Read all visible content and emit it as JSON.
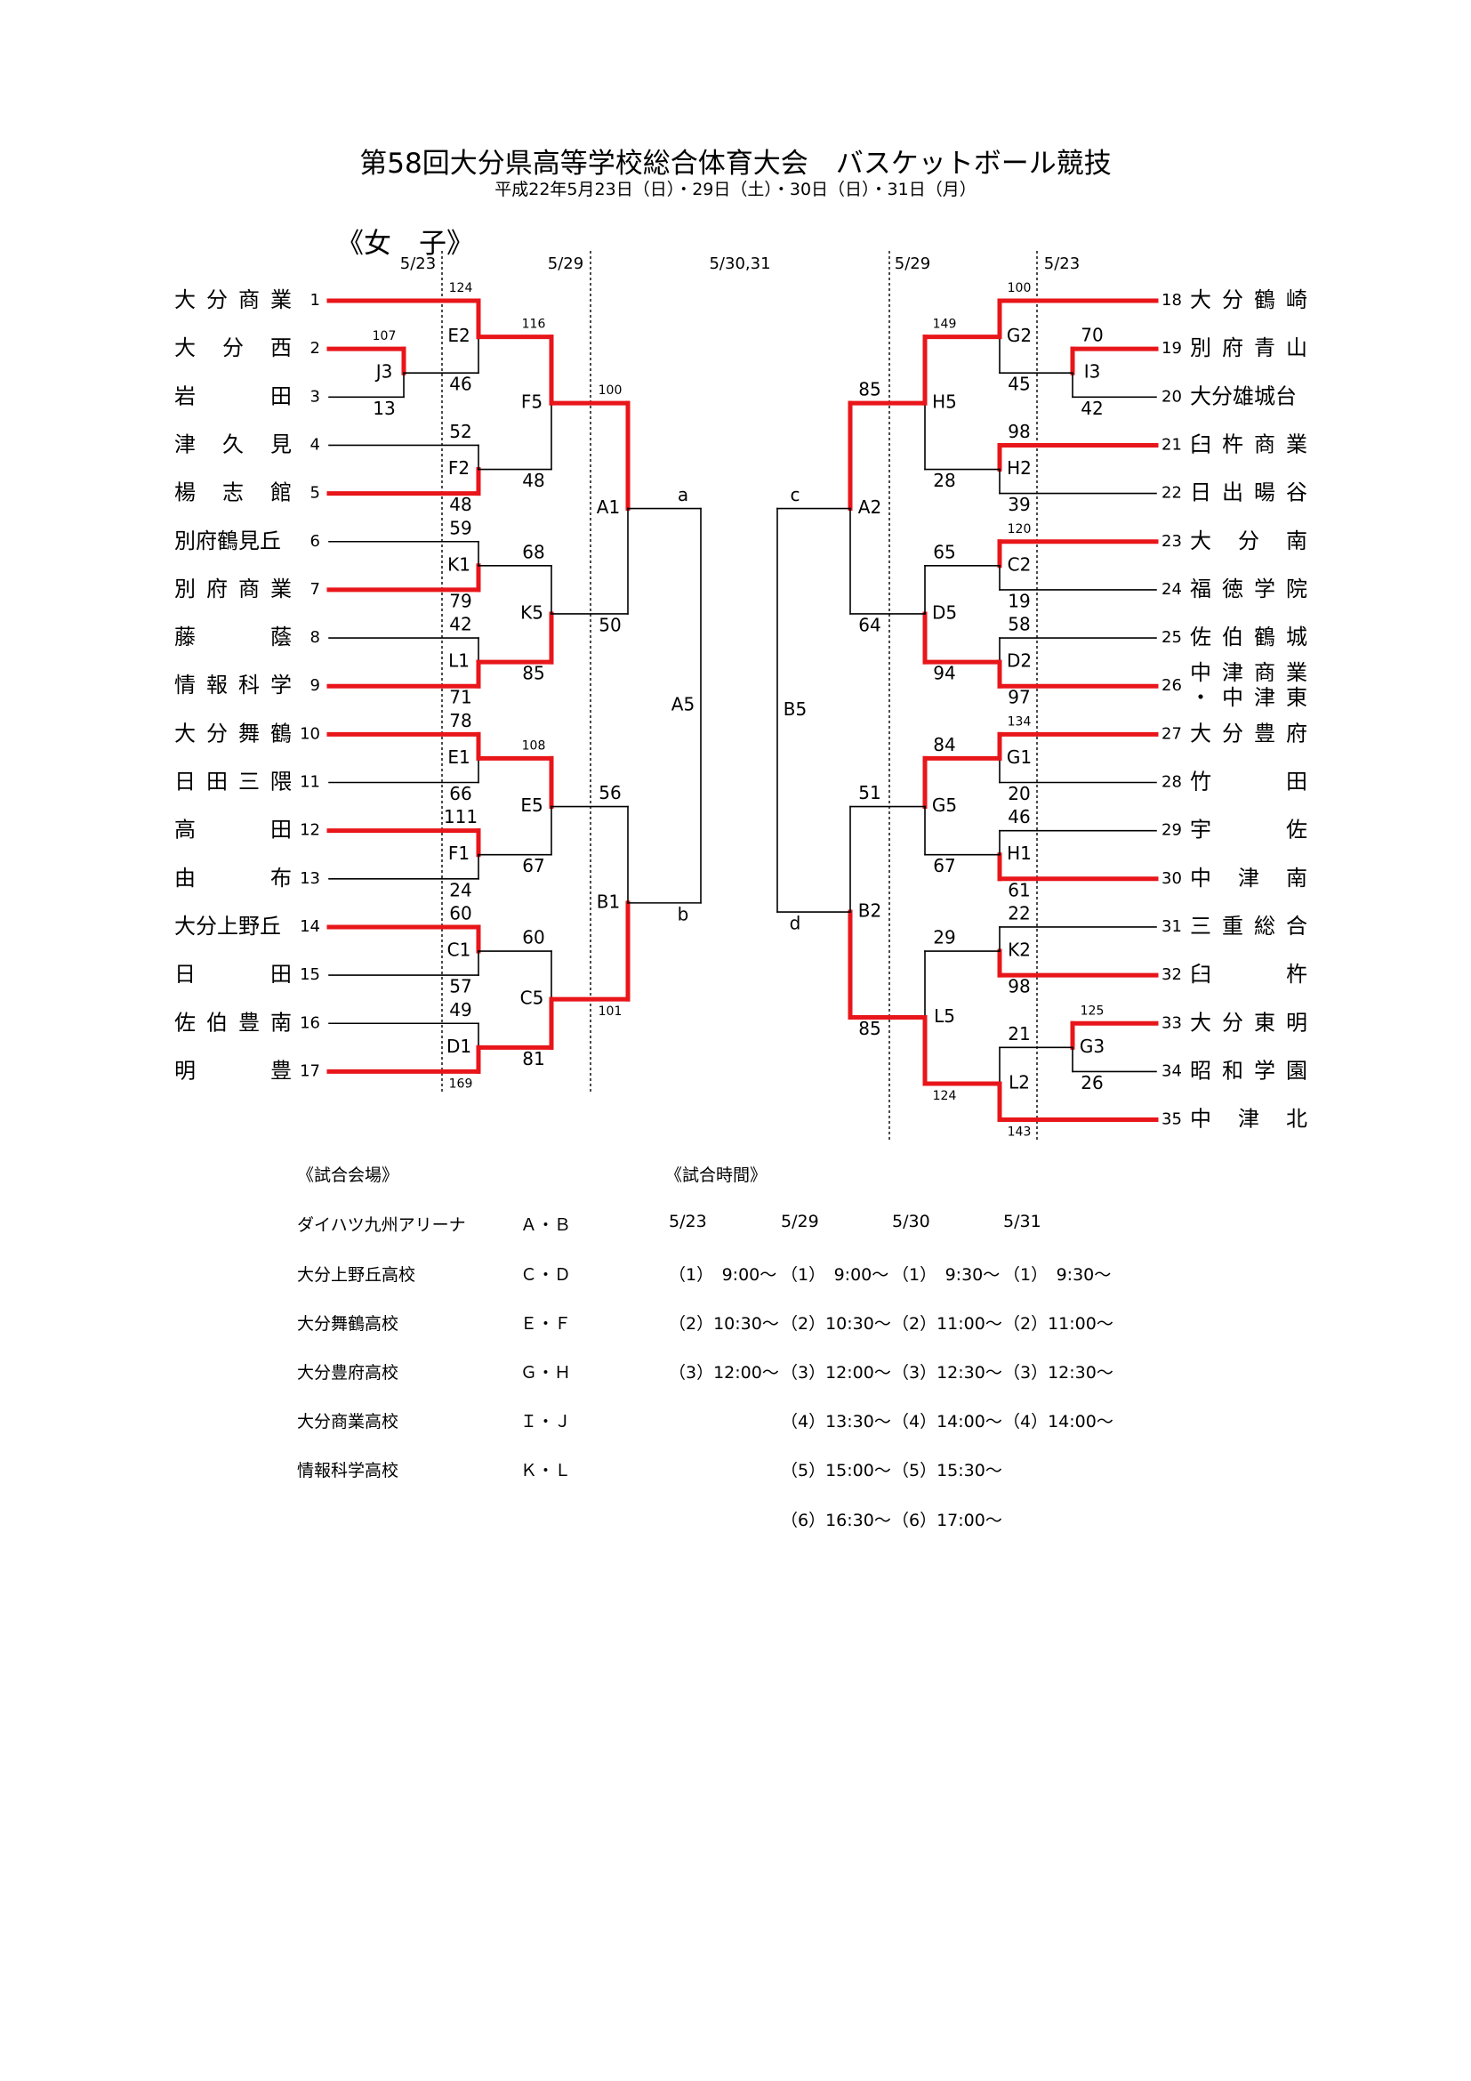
{
  "title": "第58回大分県高等学校総合体育大会　バスケットボール競技",
  "subtitle": "平成22年5月23日（日）・29日（土）・30日（日）・31日（月）",
  "section": "《女　子》",
  "round_dates": {
    "left_r1": "5/23",
    "left_r2": "5/29",
    "center": "5/30,31",
    "right_r2": "5/29",
    "right_r1": "5/23"
  },
  "teams": [
    {
      "no": "1",
      "name": "大分商業",
      "spaced": true
    },
    {
      "no": "2",
      "name": "大 分 西",
      "spaced": true
    },
    {
      "no": "3",
      "name": "岩 田",
      "spaced": true
    },
    {
      "no": "4",
      "name": "津 久 見",
      "spaced": true
    },
    {
      "no": "5",
      "name": "楊 志 館",
      "spaced": true
    },
    {
      "no": "6",
      "name": "別府鶴見丘",
      "spaced": false
    },
    {
      "no": "7",
      "name": "別府商業",
      "spaced": true
    },
    {
      "no": "8",
      "name": "藤 蔭",
      "spaced": true
    },
    {
      "no": "9",
      "name": "情報科学",
      "spaced": true
    },
    {
      "no": "10",
      "name": "大分舞鶴",
      "spaced": true
    },
    {
      "no": "11",
      "name": "日田三隈",
      "spaced": true
    },
    {
      "no": "12",
      "name": "高 田",
      "spaced": true
    },
    {
      "no": "13",
      "name": "由 布",
      "spaced": true
    },
    {
      "no": "14",
      "name": "大分上野丘",
      "spaced": false
    },
    {
      "no": "15",
      "name": "日 田",
      "spaced": true
    },
    {
      "no": "16",
      "name": "佐伯豊南",
      "spaced": true
    },
    {
      "no": "17",
      "name": "明 豊",
      "spaced": true
    },
    {
      "no": "18",
      "name": "大分鶴崎",
      "spaced": true
    },
    {
      "no": "19",
      "name": "別府青山",
      "spaced": true
    },
    {
      "no": "20",
      "name": "大分雄城台",
      "spaced": false
    },
    {
      "no": "21",
      "name": "臼杵商業",
      "spaced": true
    },
    {
      "no": "22",
      "name": "日出暘谷",
      "spaced": true
    },
    {
      "no": "23",
      "name": "大 分 南",
      "spaced": true
    },
    {
      "no": "24",
      "name": "福徳学院",
      "spaced": true
    },
    {
      "no": "25",
      "name": "佐伯鶴城",
      "spaced": true
    },
    {
      "no": "26",
      "name": "中津商業",
      "name2": "・中津東",
      "spaced": true
    },
    {
      "no": "27",
      "name": "大分豊府",
      "spaced": true
    },
    {
      "no": "28",
      "name": "竹 田",
      "spaced": true
    },
    {
      "no": "29",
      "name": "宇 佐",
      "spaced": true
    },
    {
      "no": "30",
      "name": "中 津 南",
      "spaced": true
    },
    {
      "no": "31",
      "name": "三重総合",
      "spaced": true
    },
    {
      "no": "32",
      "name": "臼 杵",
      "spaced": true
    },
    {
      "no": "33",
      "name": "大分東明",
      "spaced": true
    },
    {
      "no": "34",
      "name": "昭和学園",
      "spaced": true
    },
    {
      "no": "35",
      "name": "中 津 北",
      "spaced": true
    }
  ],
  "games": [
    {
      "id": "J3",
      "top_score": "107",
      "bottom_score": "13",
      "winner": "top"
    },
    {
      "id": "E2",
      "top_score": "124",
      "bottom_score": "46",
      "winner": "top"
    },
    {
      "id": "F2",
      "top_score": "52",
      "bottom_score": "48",
      "winner": "bottom"
    },
    {
      "id": "F5",
      "top_score": "116",
      "bottom_score": "48",
      "winner": "top"
    },
    {
      "id": "K1",
      "top_score": "59",
      "bottom_score": "79",
      "winner": "bottom"
    },
    {
      "id": "L1",
      "top_score": "42",
      "bottom_score": "71",
      "winner": "bottom"
    },
    {
      "id": "K5",
      "top_score": "68",
      "bottom_score": "85",
      "winner": "bottom"
    },
    {
      "id": "A1",
      "top_score": "100",
      "bottom_score": "50",
      "winner": "top"
    },
    {
      "id": "E1",
      "top_score": "78",
      "bottom_score": "66",
      "winner": "top"
    },
    {
      "id": "F1",
      "top_score": "111",
      "bottom_score": "24",
      "winner": "top"
    },
    {
      "id": "E5",
      "top_score": "108",
      "bottom_score": "67",
      "winner": "top"
    },
    {
      "id": "C1",
      "top_score": "60",
      "bottom_score": "57",
      "winner": "top"
    },
    {
      "id": "D1",
      "top_score": "49",
      "bottom_score": "169",
      "winner": "bottom"
    },
    {
      "id": "C5",
      "top_score": "60",
      "bottom_score": "81",
      "winner": "bottom"
    },
    {
      "id": "B1",
      "top_score": "56",
      "bottom_score": "101",
      "winner": "bottom"
    },
    {
      "id": "A5",
      "top_score": "a",
      "bottom_score": "b",
      "winner": "none"
    },
    {
      "id": "I3",
      "top_score": "70",
      "bottom_score": "42",
      "winner": "top"
    },
    {
      "id": "G2",
      "top_score": "100",
      "bottom_score": "45",
      "winner": "top"
    },
    {
      "id": "H2",
      "top_score": "98",
      "bottom_score": "39",
      "winner": "top"
    },
    {
      "id": "H5",
      "top_score": "149",
      "bottom_score": "28",
      "winner": "top"
    },
    {
      "id": "C2",
      "top_score": "120",
      "bottom_score": "19",
      "winner": "top"
    },
    {
      "id": "D2",
      "top_score": "58",
      "bottom_score": "97",
      "winner": "bottom"
    },
    {
      "id": "D5",
      "top_score": "65",
      "bottom_score": "94",
      "winner": "bottom"
    },
    {
      "id": "A2",
      "top_score": "85",
      "bottom_score": "64",
      "winner": "top"
    },
    {
      "id": "G1",
      "top_score": "134",
      "bottom_score": "20",
      "winner": "top"
    },
    {
      "id": "H1",
      "top_score": "46",
      "bottom_score": "61",
      "winner": "bottom"
    },
    {
      "id": "G5",
      "top_score": "84",
      "bottom_score": "67",
      "winner": "top"
    },
    {
      "id": "K2",
      "top_score": "22",
      "bottom_score": "98",
      "winner": "bottom"
    },
    {
      "id": "G3",
      "top_score": "125",
      "bottom_score": "26",
      "winner": "top"
    },
    {
      "id": "L2",
      "top_score": "21",
      "bottom_score": "143",
      "winner": "bottom"
    },
    {
      "id": "L5",
      "top_score": "29",
      "bottom_score": "124",
      "winner": "bottom"
    },
    {
      "id": "B2",
      "top_score": "51",
      "bottom_score": "85",
      "winner": "bottom"
    },
    {
      "id": "B5",
      "top_score": "c",
      "bottom_score": "d",
      "winner": "none"
    }
  ],
  "venues": {
    "header": "《試合会場》",
    "rows": [
      {
        "name": "ダイハツ九州アリーナ",
        "courts": "Ａ・Ｂ"
      },
      {
        "name": "大分上野丘高校",
        "courts": "Ｃ・Ｄ"
      },
      {
        "name": "大分舞鶴高校",
        "courts": "Ｅ・Ｆ"
      },
      {
        "name": "大分豊府高校",
        "courts": "Ｇ・Ｈ"
      },
      {
        "name": "大分商業高校",
        "courts": "Ｉ・Ｊ"
      },
      {
        "name": "情報科学高校",
        "courts": "Ｋ・Ｌ"
      }
    ]
  },
  "schedule": {
    "header": "《試合時間》",
    "dates": [
      "5/23",
      "5/29",
      "5/30",
      "5/31"
    ],
    "rows": [
      [
        "（1）　9:00～",
        "（1）　9:00～",
        "（1）　9:30～",
        "（1）　9:30～"
      ],
      [
        "（2）10:30～",
        "（2）10:30～",
        "（2）11:00～",
        "（2）11:00～"
      ],
      [
        "（3）12:00～",
        "（3）12:00～",
        "（3）12:30～",
        "（3）12:30～"
      ],
      [
        "",
        "（4）13:30～",
        "（4）14:00～",
        "（4）14:00～"
      ],
      [
        "",
        "（5）15:00～",
        "（5）15:30～",
        ""
      ],
      [
        "",
        "（6）16:30～",
        "（6）17:00～",
        ""
      ]
    ]
  },
  "colors": {
    "winner_line": "#e8161a",
    "line": "#000000"
  }
}
